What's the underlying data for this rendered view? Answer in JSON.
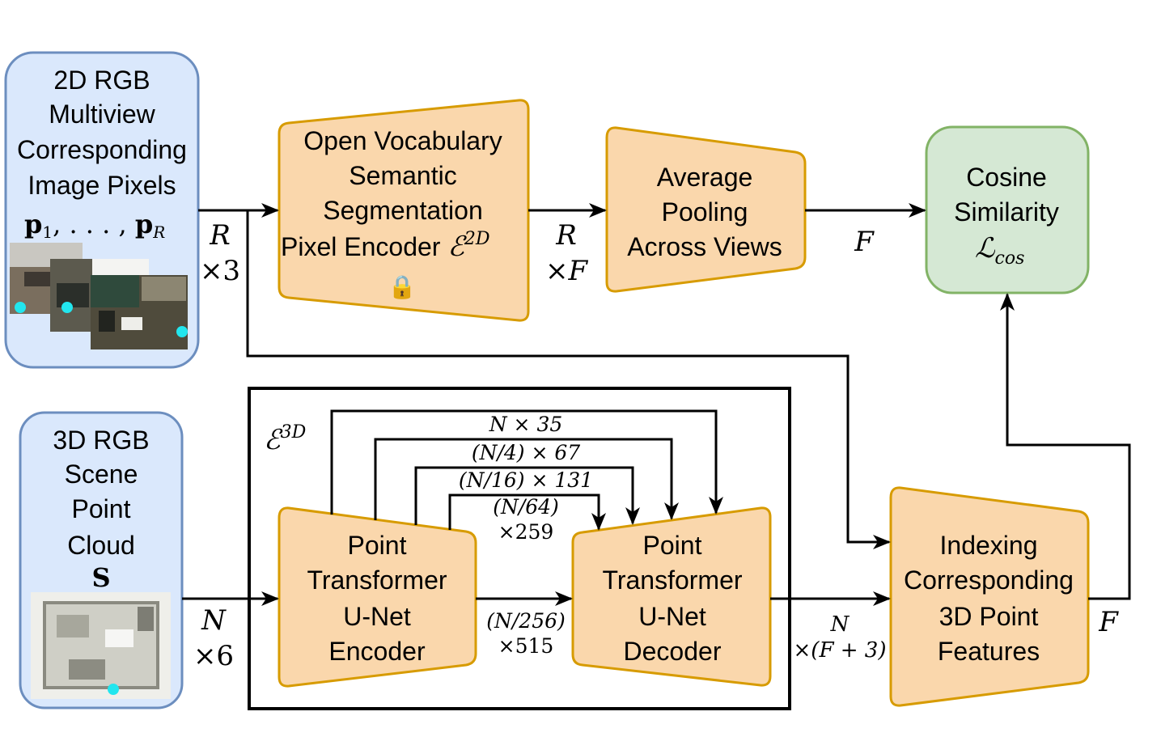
{
  "input_2d": {
    "lines": [
      "2D RGB",
      "Multiview",
      "Corresponding",
      "Image Pixels"
    ],
    "math": "p",
    "math_sub1": "1",
    "math_mid": ", . . . , ",
    "math_subR": "R"
  },
  "input_3d": {
    "lines": [
      "3D RGB",
      "Scene",
      "Point",
      "Cloud"
    ],
    "math": "S"
  },
  "pixel_encoder": {
    "lines": [
      "Open Vocabulary",
      "Semantic",
      "Segmentation",
      "Pixel Encoder "
    ],
    "symbol": "ℰ",
    "superscript": "2D",
    "lock": "🔒"
  },
  "pooling": {
    "lines": [
      "Average",
      "Pooling",
      "Across Views"
    ]
  },
  "cosine": {
    "lines": [
      "Cosine",
      "Similarity"
    ],
    "symbol": "ℒ",
    "subscript": "cos"
  },
  "encoder_3d": {
    "symbol": "ℰ",
    "superscript": "3D"
  },
  "pt_encoder": {
    "lines": [
      "Point",
      "Transformer",
      "U-Net",
      "Encoder"
    ]
  },
  "pt_decoder": {
    "lines": [
      "Point",
      "Transformer",
      "U-Net",
      "Decoder"
    ]
  },
  "indexing": {
    "lines": [
      "Indexing",
      "Corresponding",
      "3D Point",
      "Features"
    ]
  },
  "edge_labels": {
    "r3_top": "R",
    "r3_bottom": "×3",
    "rf_top": "R",
    "rf_bottom": "×F",
    "f_pool": "F",
    "n6_top": "N",
    "n6_bottom": "×6",
    "nf3_top": "N",
    "nf3_bottom": "×(F + 3)",
    "f_out": "F",
    "skip1": "N ×  35",
    "skip2": "(N/4) ×  67",
    "skip3": "(N/16) × 131",
    "skip4_top": "(N/64)",
    "skip4_bottom": "×259",
    "bottleneck_top": "(N/256)",
    "bottleneck_bottom": "×515"
  },
  "colors": {
    "input_fill": "#dae8fc",
    "input_stroke": "#6c8ebf",
    "module_fill": "#fad7ac",
    "module_stroke": "#d79b00",
    "loss_fill": "#d5e8d4",
    "loss_stroke": "#82b366",
    "dot": "#22e6ee"
  }
}
